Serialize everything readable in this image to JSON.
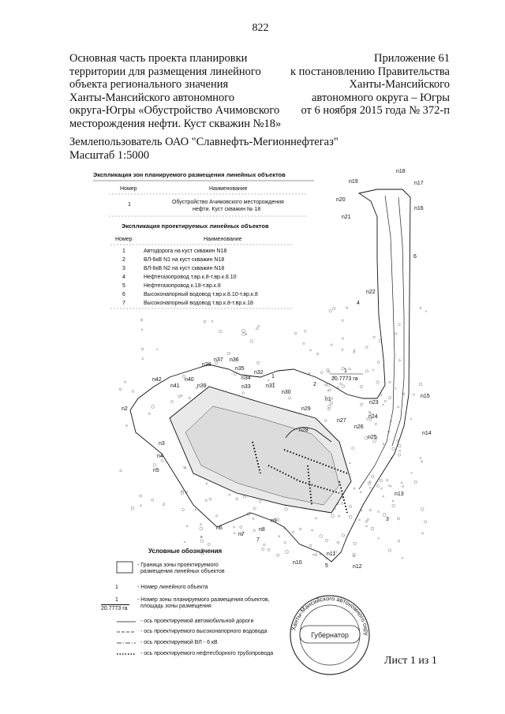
{
  "page_number": "822",
  "header_left": [
    "Основная часть проекта планировки",
    "территории для размещения линейного",
    "объекта регионального значения",
    "Ханты-Мансийского автономного",
    "округа-Югры «Обустройство Ачимовского",
    "месторождения нефти. Куст скважин №18»"
  ],
  "header_right": [
    "Приложение 61",
    "к постановлению Правительства",
    "Ханты-Мансийского",
    "автономного округа – Югры",
    "от 6 ноября 2015 года № 372-п"
  ],
  "land_user": "Землепользователь ОАО \"Славнефть-Мегионнефтегаз\"",
  "scale": "Масштаб 1:5000",
  "zones_table": {
    "title": "Экспликация зон планируемого размещения линейных объектов",
    "col_number": "Номер",
    "col_name": "Наименование",
    "row_number": "1",
    "row_name_line1": "Обустройство Ачимовского  месторождения",
    "row_name_line2": "нефти.  Куст скважин № 18"
  },
  "objects_table": {
    "title": "Экспликация проектируемых линейных объектов",
    "col_number": "Номер",
    "col_name": "Наименование",
    "rows": [
      {
        "num": "1",
        "name": "Автодорога на куст скважин N18"
      },
      {
        "num": "2",
        "name": "ВЛ-6кВ N1 на куст скважин N18"
      },
      {
        "num": "3",
        "name": "ВЛ-6кВ N2 на куст скважин N18"
      },
      {
        "num": "4",
        "name": "Нефтегазопровод т.вр.к.8-т.вр.к.8.10"
      },
      {
        "num": "5",
        "name": "Нефтегазопровод к.18-т.вр.к.8"
      },
      {
        "num": "6",
        "name": "Высоконапорный водовод  т.вр.к.8.10-т.вр.к.8"
      },
      {
        "num": "7",
        "name": "Высоконапорный водовод  т.вр.к.8-т.вр.к.18"
      }
    ]
  },
  "map_labels": {
    "points": [
      "n1",
      "n2",
      "n3",
      "n4",
      "n5",
      "n6",
      "n7",
      "n8",
      "n9",
      "n10",
      "n11",
      "n12",
      "n13",
      "n14",
      "n15",
      "n16",
      "n17",
      "n18",
      "n19",
      "n20",
      "n21",
      "n22",
      "n23",
      "n24",
      "n25",
      "n26",
      "n27",
      "n28",
      "n29",
      "n30",
      "n31",
      "n32",
      "n33",
      "n34",
      "n35",
      "n36",
      "n37",
      "n38",
      "n39",
      "n40",
      "n41",
      "n42"
    ],
    "objects": [
      "1",
      "2",
      "3",
      "4",
      "5",
      "6",
      "7"
    ],
    "zone_number": "1",
    "zone_area": "20.7773 га"
  },
  "legend": {
    "title": "Условные обозначения",
    "zone_border_line1": "- Граница зоны проектируемого",
    "zone_border_line2": "размещения линейных объектов",
    "object_number_sample": "1",
    "object_number_text": "- Номер линейного объекта",
    "zone_number_sample": "1",
    "zone_area_sample": "20.7773 га",
    "zone_number_text_line1": "- Номер зоны планируемого размещения объектов,",
    "zone_number_text_line2": "площадь зоны размещения",
    "road_axis": "- ось проектируемой автомобильной дороги",
    "water_axis": "- ось проектируемого высоконапорного водовода",
    "power_axis": "- ось проектируемой ВЛ - 6 кВ",
    "oil_axis": "- ось проектируемого нефтесборного трубопровода"
  },
  "stamp": {
    "center": "Губернатор",
    "ring": "Ханты-Мансийского автономного округа – Югры"
  },
  "sheet": "Лист 1 из 1"
}
